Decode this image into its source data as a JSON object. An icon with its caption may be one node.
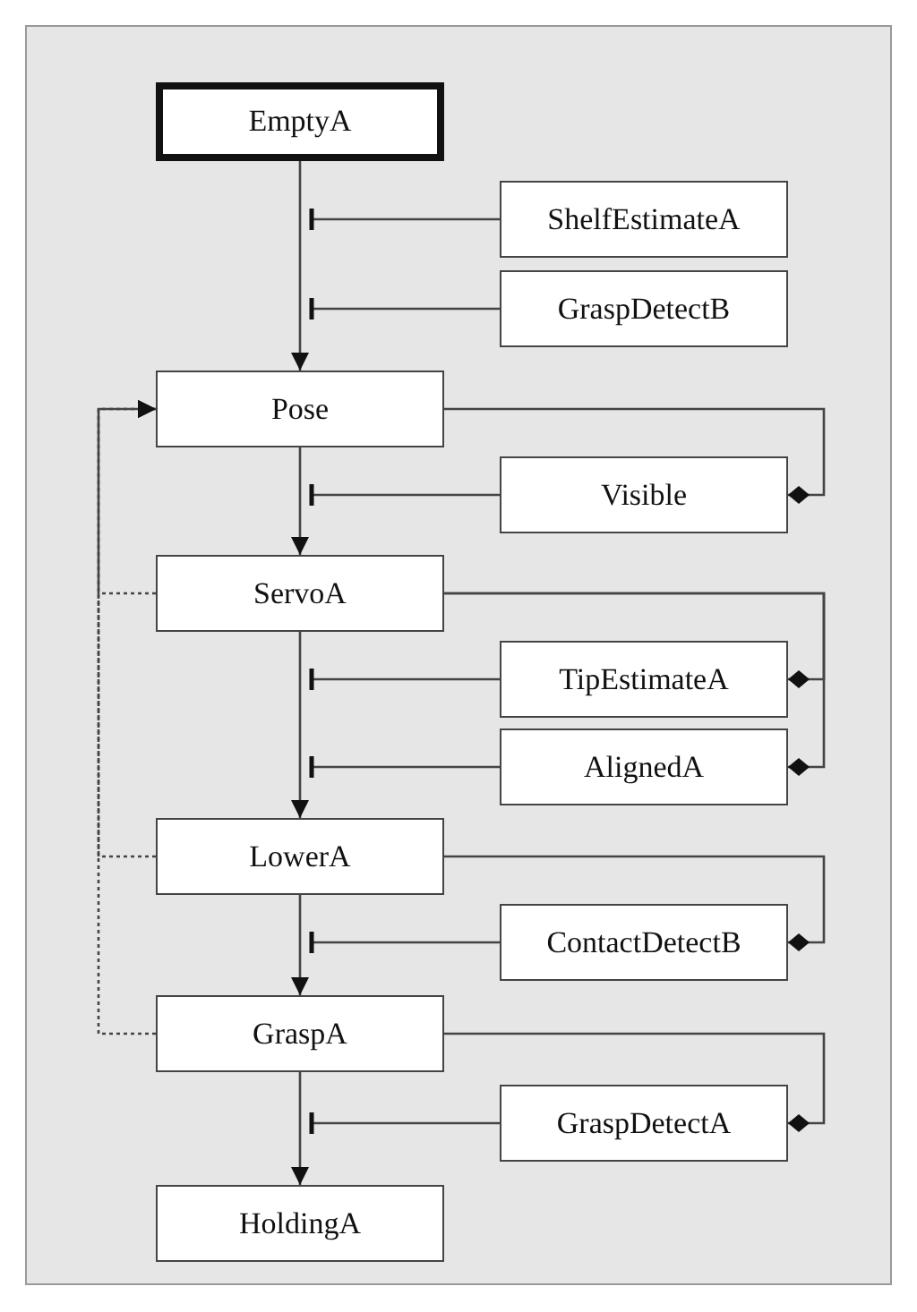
{
  "diagram": {
    "nodes": [
      {
        "text": [
          "EmptyA"
        ]
      },
      {
        "text": [
          "ShelfEstimateA"
        ]
      },
      {
        "text": [
          "GraspDetectB"
        ]
      },
      {
        "text": [
          "Pose"
        ]
      },
      {
        "text": [
          "Visible"
        ]
      },
      {
        "text": [
          "ServoA"
        ]
      },
      {
        "text": [
          "TipEstimateA"
        ]
      },
      {
        "text": [
          "AlignedA"
        ]
      },
      {
        "text": [
          "LowerA"
        ]
      },
      {
        "text": [
          "ContactDetectB"
        ]
      },
      {
        "text": [
          "GraspA"
        ]
      },
      {
        "text": [
          "GraspDetectA"
        ]
      },
      {
        "text": [
          "HoldingA"
        ]
      }
    ],
    "edges": [
      {
        "from": 0,
        "to": 3,
        "arrow": "to"
      },
      {
        "from": 1,
        "to": null,
        "arrow": "other"
      },
      {
        "from": 2,
        "to": null,
        "arrow": "other"
      },
      {
        "from": 3,
        "to": 4,
        "arrow": "other"
      },
      {
        "from": 4,
        "to": null,
        "arrow": "other"
      },
      {
        "from": 3,
        "to": 5,
        "arrow": "to"
      },
      {
        "from": 5,
        "to": 6,
        "arrow": "other"
      },
      {
        "from": 5,
        "to": 7,
        "arrow": "other"
      },
      {
        "from": 6,
        "to": null,
        "arrow": "other"
      },
      {
        "from": 7,
        "to": null,
        "arrow": "other"
      },
      {
        "from": 5,
        "to": 8,
        "arrow": "to"
      },
      {
        "from": 8,
        "to": 9,
        "arrow": "other"
      },
      {
        "from": 9,
        "to": null,
        "arrow": "other"
      },
      {
        "from": 8,
        "to": 10,
        "arrow": "to"
      },
      {
        "from": 10,
        "to": 11,
        "arrow": "other"
      },
      {
        "from": 11,
        "to": null,
        "arrow": "other"
      },
      {
        "from": 10,
        "to": 12,
        "arrow": "to"
      },
      {
        "from": 5,
        "to": 3,
        "arrow": "to",
        "style": "dashed"
      },
      {
        "from": 8,
        "to": 3,
        "arrow": "to",
        "style": "dashed"
      },
      {
        "from": 10,
        "to": 3,
        "arrow": "to",
        "style": "dashed"
      }
    ]
  }
}
